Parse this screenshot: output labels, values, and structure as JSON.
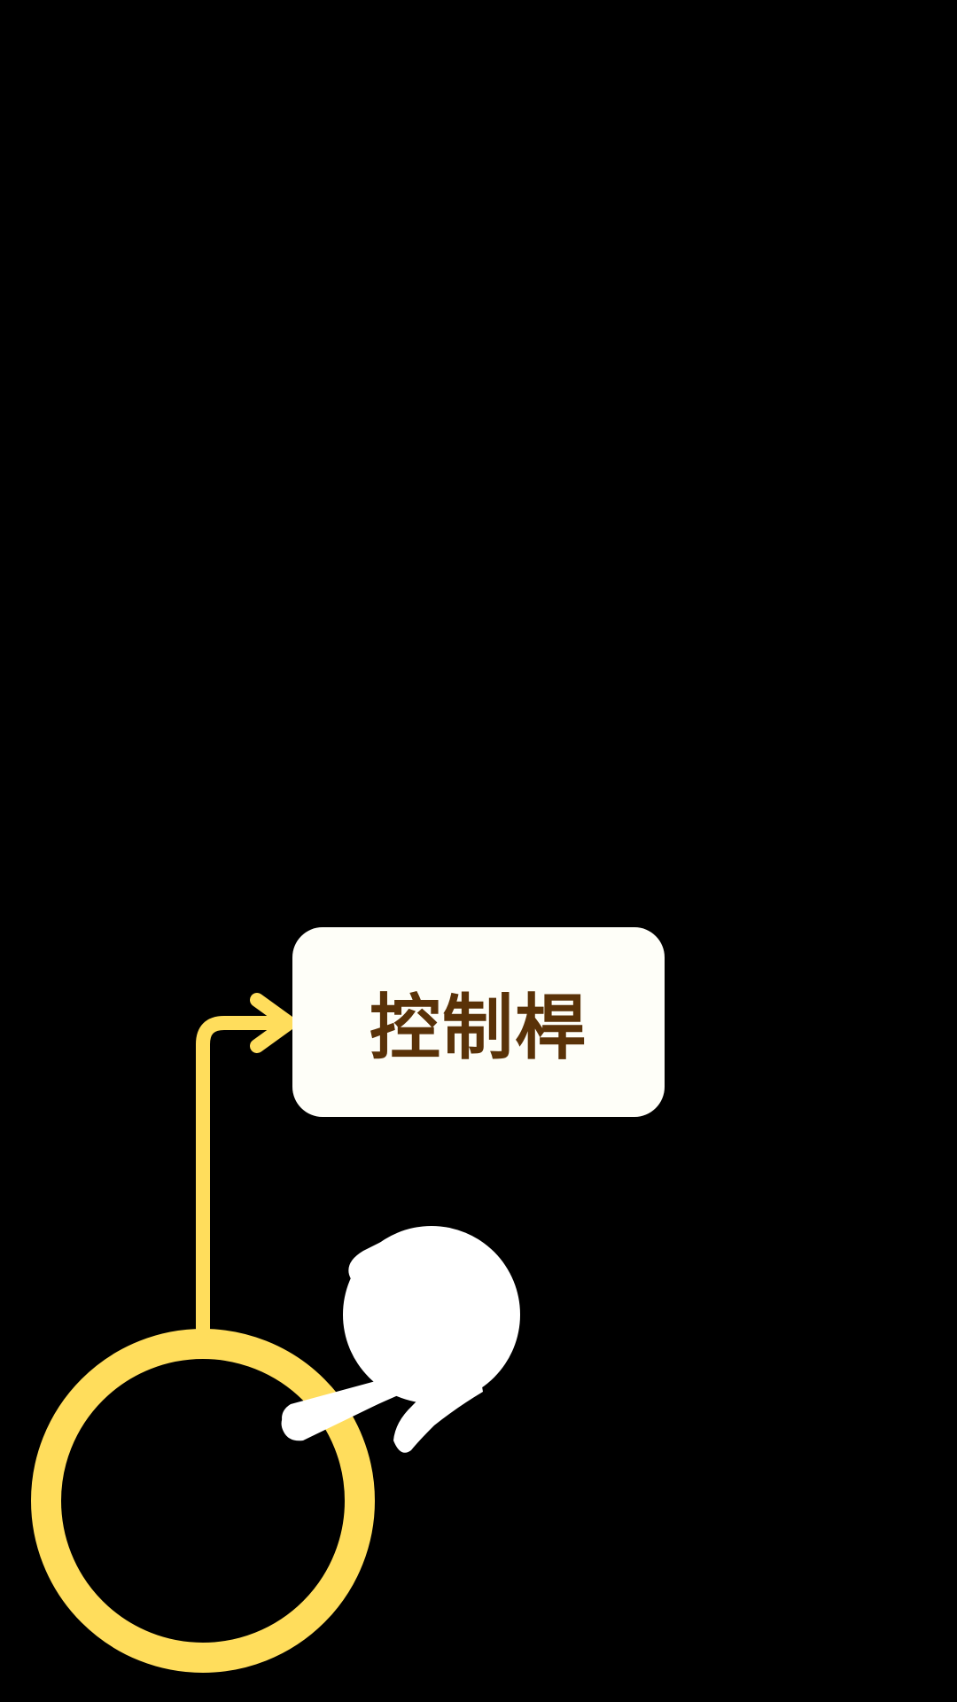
{
  "tutorial": {
    "tooltip_label": "控制桿",
    "target": "joystick-control"
  },
  "colors": {
    "background": "#000000",
    "highlight_ring": "#FFDD5C",
    "card_background": "#FEFEF8",
    "label_text": "#5A3208",
    "hand": "#FFFFFF"
  },
  "icons": {
    "pointer": "pointing-hand-icon",
    "connector": "arrow-connector-icon",
    "highlight": "highlight-ring"
  }
}
